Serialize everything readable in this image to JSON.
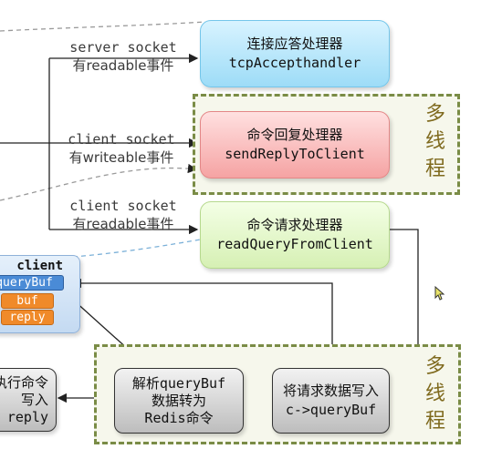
{
  "labels": {
    "server_readable": {
      "line1": "server socket",
      "line2": "有readable事件"
    },
    "client_writeable": {
      "line1": "client socket",
      "line2": "有writeable事件"
    },
    "client_readable": {
      "line1": "client socket",
      "line2": "有readable事件"
    }
  },
  "handlers": {
    "accept": {
      "title": "连接应答处理器",
      "code": "tcpAccepthandler"
    },
    "reply": {
      "title": "命令回复处理器",
      "code": "sendReplyToClient"
    },
    "query": {
      "title": "命令请求处理器",
      "code": "readQueryFromClient"
    }
  },
  "multithread": {
    "top": "多线程",
    "bottom": "多线程"
  },
  "client": {
    "title": "client",
    "query_buf": "queryBuf",
    "buf": "buf",
    "reply": "reply"
  },
  "steps": {
    "write": {
      "line1": "将请求数据写入",
      "line2": "c->queryBuf"
    },
    "parse": {
      "line1": "解析queryBuf",
      "line2": "数据转为",
      "line3": "Redis命令"
    },
    "exec": {
      "line1": "执行命令",
      "line2": "写入",
      "line3": "reply"
    }
  },
  "colors": {
    "accent_dash": "#7a8c46",
    "accept": "#9ddcf7",
    "reply": "#f5a3a3",
    "query": "#d6f0b4"
  }
}
